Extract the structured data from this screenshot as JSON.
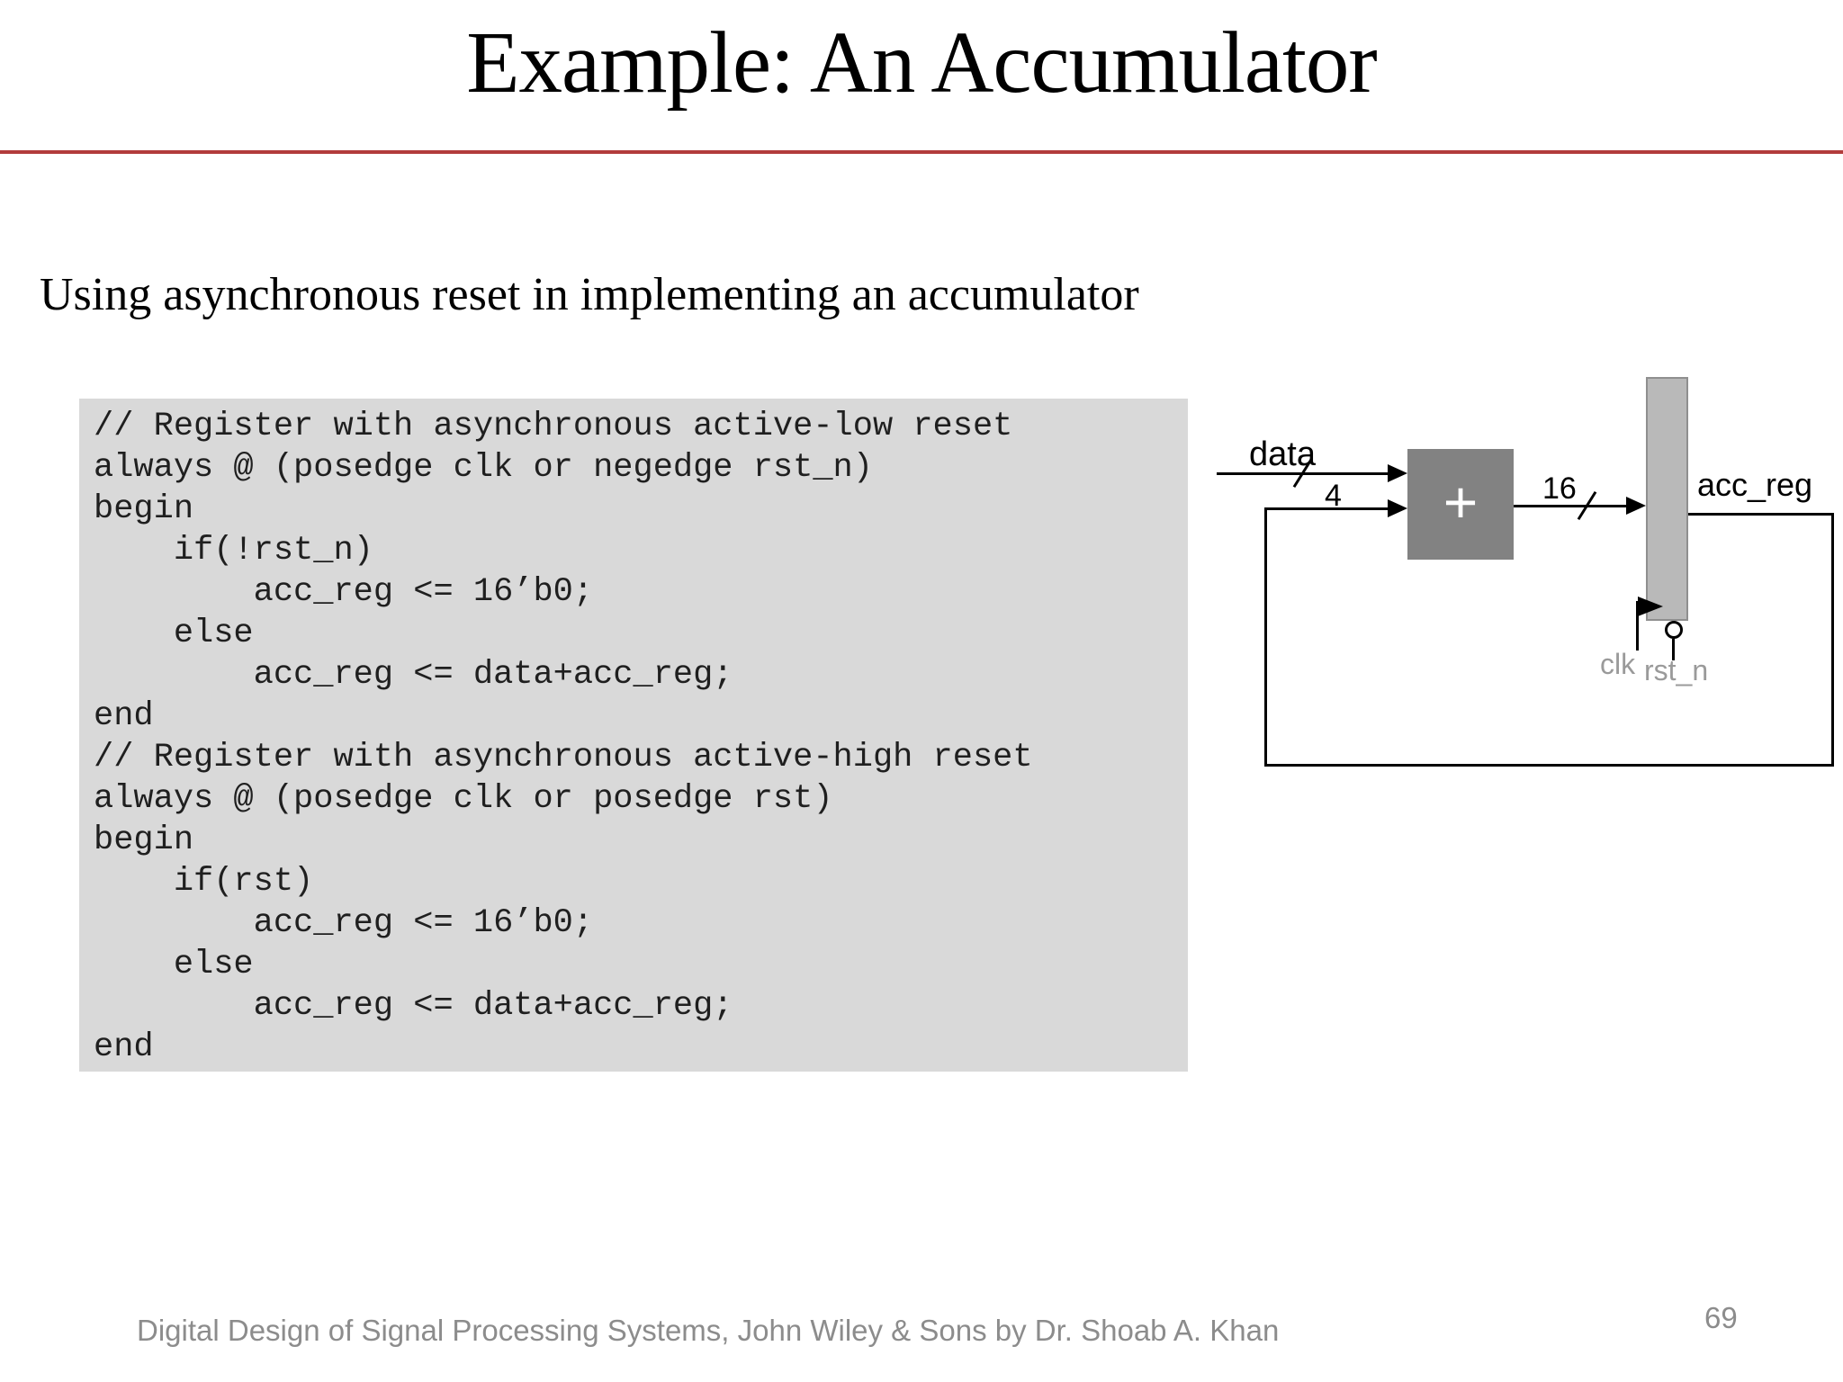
{
  "slide": {
    "title": "Example: An Accumulator",
    "subtitle": "Using asynchronous reset in implementing an accumulator",
    "accent_color": "#b23c3c",
    "footer": "Digital Design of Signal Processing Systems, John Wiley & Sons by Dr. Shoab A. Khan",
    "page_number": "69"
  },
  "code": {
    "background": "#d9d9d9",
    "text_color": "#1f1f1f",
    "lines": [
      "// Register with asynchronous active-low reset",
      "always @ (posedge clk or negedge rst_n)",
      "begin",
      "    if(!rst_n)",
      "        acc_reg <= 16’b0;",
      "    else",
      "        acc_reg <= data+acc_reg;",
      "end",
      "// Register with asynchronous active-high reset",
      "always @ (posedge clk or posedge rst)",
      "begin",
      "    if(rst)",
      "        acc_reg <= 16’b0;",
      "    else",
      "        acc_reg <= data+acc_reg;",
      "end"
    ]
  },
  "diagram": {
    "labels": {
      "data_signal": "data",
      "data_bus_width": "4",
      "sum_bus_width": "16",
      "adder_symbol": "+",
      "register_name": "acc_reg",
      "clock_signal": "clk",
      "reset_signal": "rst_n"
    },
    "colors": {
      "adder_fill": "#828282",
      "adder_symbol": "#ffffff",
      "register_fill": "#b9b9b9",
      "register_border": "#8f8f8f",
      "wire": "#000000",
      "signal_label_gray": "#9a9a9a"
    }
  }
}
